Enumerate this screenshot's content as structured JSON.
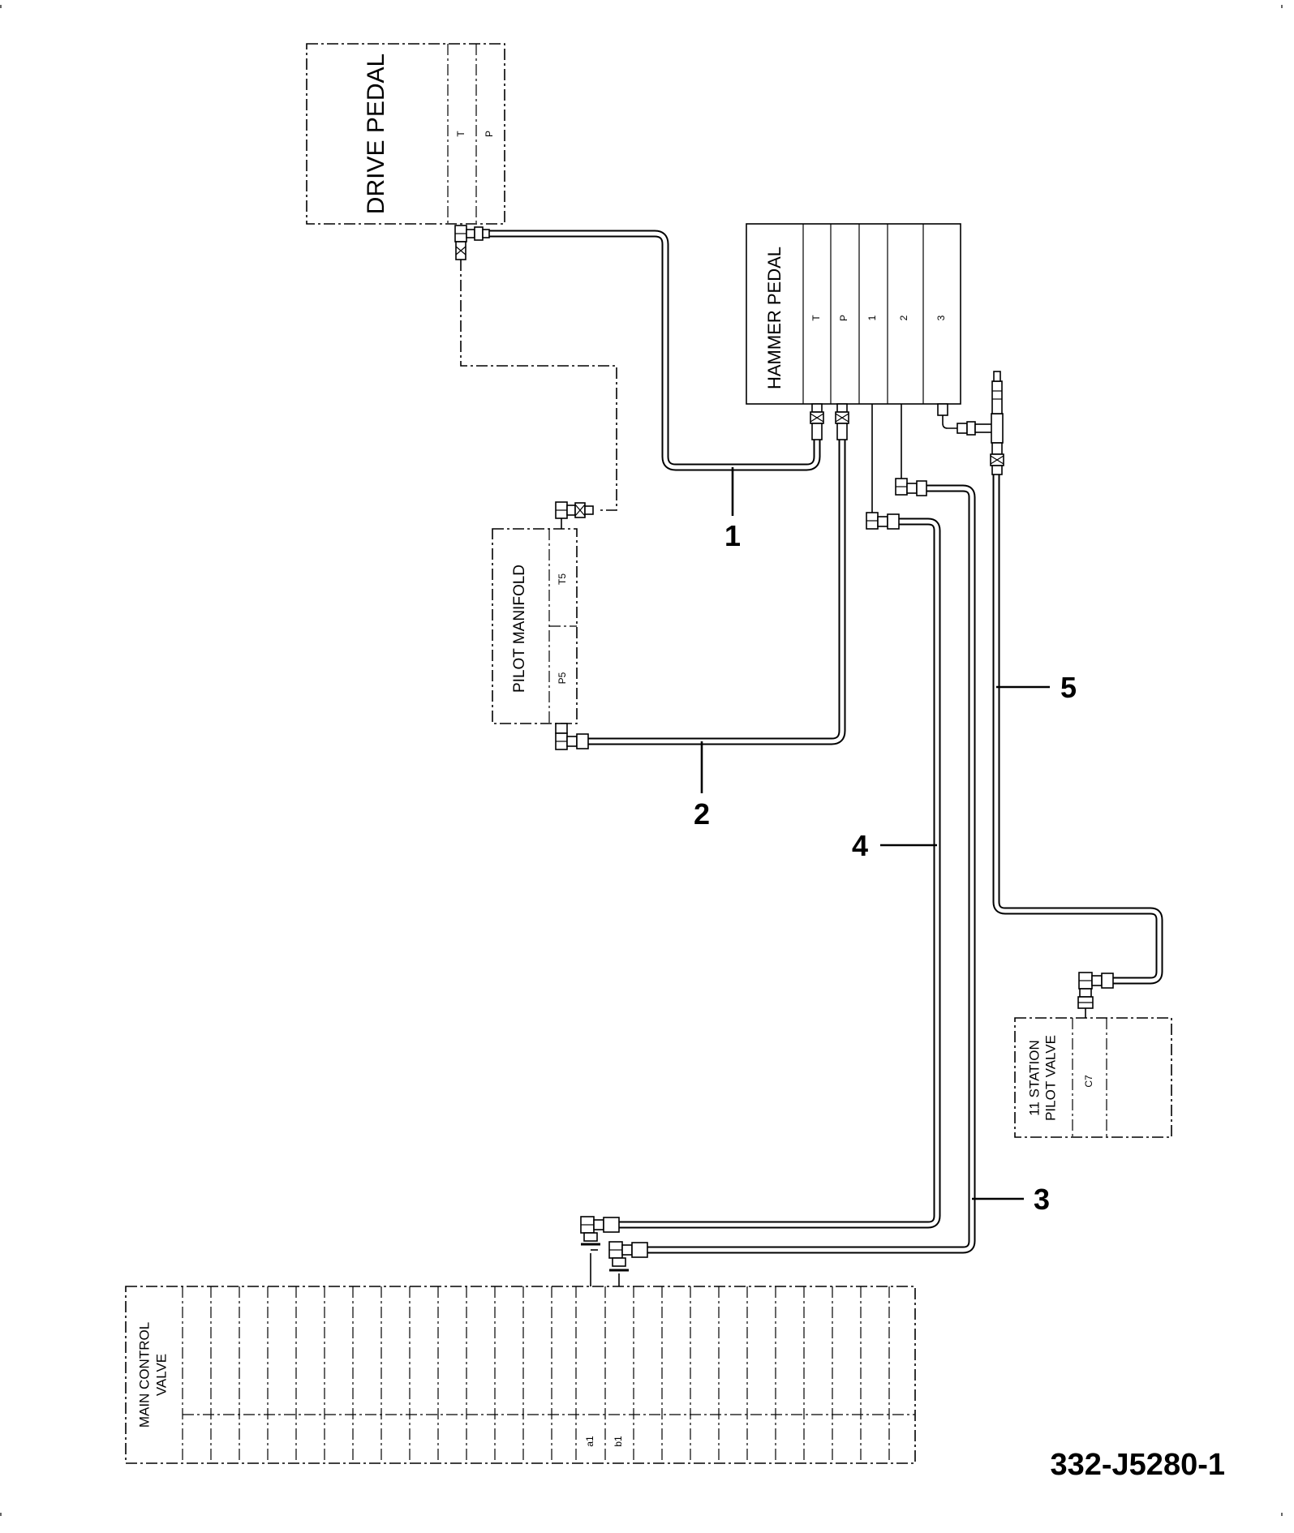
{
  "components": {
    "drive_pedal": {
      "name": "DRIVE PEDAL",
      "ports": [
        "T",
        "P"
      ]
    },
    "hammer_pedal": {
      "name": "HAMMER PEDAL",
      "ports": [
        "T",
        "P",
        "1",
        "2",
        "3"
      ]
    },
    "pilot_manifold": {
      "name": "PILOT MANIFOLD",
      "ports": [
        "T5",
        "P5"
      ]
    },
    "station_pilot_valve": {
      "name_line1": "11 STATION",
      "name_line2": "PILOT VALVE",
      "ports": [
        "C7"
      ]
    },
    "main_control_valve": {
      "name_line1": "MAIN CONTROL",
      "name_line2": "VALVE",
      "ports": [
        "a1",
        "b1"
      ]
    }
  },
  "callouts": [
    "1",
    "2",
    "3",
    "4",
    "5"
  ],
  "drawing_number": "332-J5280-1"
}
